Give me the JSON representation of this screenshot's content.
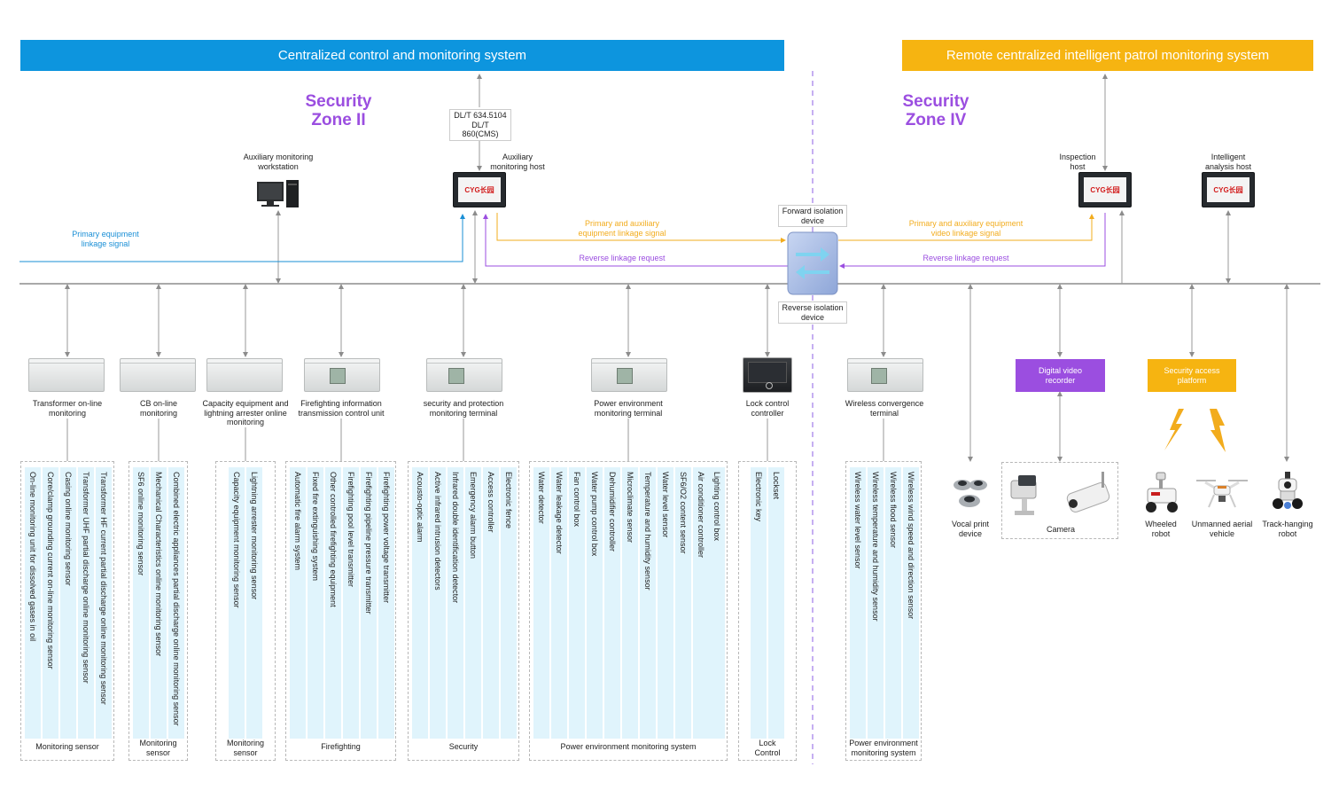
{
  "banners": {
    "left": "Centralized control and monitoring system",
    "right": "Remote centralized intelligent patrol monitoring system"
  },
  "zones": {
    "zone2": "Security Zone II",
    "zone4": "Security Zone IV"
  },
  "protocol": {
    "line1": "DL/T 634.5104",
    "line2": "DL/T 860(CMS)"
  },
  "hosts": {
    "aux_workstation": "Auxiliary monitoring workstation",
    "aux_host": "Auxiliary monitoring host",
    "inspection_host": "Inspection host",
    "analysis_host": "Intelligent analysis host",
    "brand": "CYG长园"
  },
  "isolation": {
    "forward": "Forward isolation device",
    "reverse": "Reverse isolation device"
  },
  "signals": {
    "primary_left": "Primary equipment linkage signal",
    "primary_aux": "Primary and auxiliary equipment linkage signal",
    "reverse_left": "Reverse linkage request",
    "primary_video": "Primary and auxiliary equipment video linkage signal",
    "reverse_right": "Reverse linkage request"
  },
  "devices": {
    "transformer": "Transformer on-line monitoring",
    "cb": "CB on-line monitoring",
    "capacity": "Capacity equipment and lightning arrester online monitoring",
    "firefighting": "Firefighting information transmission control unit",
    "security": "security and protection monitoring terminal",
    "power_env": "Power environment monitoring terminal",
    "lock": "Lock control controller",
    "wireless": "Wireless convergence terminal",
    "dvr": "Digital video recorder",
    "sap": "Security access platform",
    "vocal": "Vocal print device",
    "camera": "Camera",
    "wheeled": "Wheeled robot",
    "uav": "Unmanned aerial vehicle",
    "track": "Track-hanging robot"
  },
  "groups": [
    {
      "label": "Monitoring sensor",
      "items": [
        "On-line monitoring unit for dissolved gases in oil",
        "Core/clamp grounding current on-line monitoring sensor",
        "Casing online monitoring sensor",
        "Transformer UHF partial discharge online monitoring sensor",
        "Transformer HF current partial discharge online monitoring sensor"
      ]
    },
    {
      "label": "Monitoring sensor",
      "items": [
        "SF6 online monitoring sensor",
        "Mechanical Characteristics online monitoring sensor",
        "Combined electric appliances partial discharge online monitoring sensor"
      ]
    },
    {
      "label": "Monitoring sensor",
      "items": [
        "Capacity equipment monitoring sensor",
        "Lightning arrester monitoring sensor"
      ]
    },
    {
      "label": "Firefighting",
      "items": [
        "Automatic fire alarm system",
        "Fixed fire extinguishing system",
        "Other controlled firefighting equipment",
        "Firefighting pool level transmitter",
        "Firefighting pipeline pressure transmitter",
        "Firefighting power voltage transmitter"
      ]
    },
    {
      "label": "Security",
      "items": [
        "Acousto-optic alarm",
        "Active infrared intrusion detectors",
        "Infrared double identification detector",
        "Emergency alarm button",
        "Access controller",
        "Electronic fence"
      ]
    },
    {
      "label": "Power environment monitoring system",
      "items": [
        "Water detector",
        "Water leakage detector",
        "Fan control box",
        "Water pump control box",
        "Dehumidifier controller",
        "Microclimate sensor",
        "Temperature and humidity sensor",
        "Water level sensor",
        "SF6/O2 content sensor",
        "Air conditioner controller",
        "Lighting control box"
      ]
    },
    {
      "label": "Lock Control",
      "items": [
        "Electronic key",
        "Lockset"
      ]
    },
    {
      "label": "Power environment monitoring system",
      "items": [
        "Wireless water level sensor",
        "Wireless temperature and humidity sensor",
        "Wireless flood sensor",
        "Wireless wind speed and direction sensor"
      ]
    }
  ]
}
